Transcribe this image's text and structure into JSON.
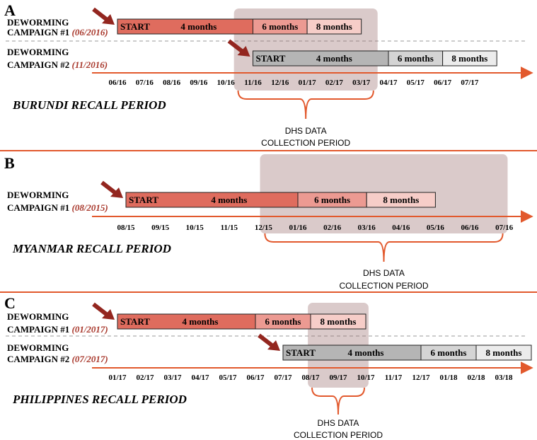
{
  "colors": {
    "arrow": "#e2592d",
    "pointer": "#93261f",
    "date_text": "#a8382c",
    "start_red": "#df6c5e",
    "six_red": "#ec9a92",
    "eight_red": "#f6cdc8",
    "start_grey": "#b5b5b5",
    "six_grey": "#d4d4d4",
    "eight_grey": "#ececec",
    "overlay": "#9e7474",
    "divider": "#e2592d",
    "dash": "#999999"
  },
  "segment_labels": {
    "start": "START",
    "four": "4 months",
    "six": "6 months",
    "eight": "8 months"
  },
  "panels": [
    {
      "letter": "A",
      "recall_title": "BURUNDI RECALL PERIOD",
      "dhs_line1": "DHS DATA",
      "dhs_line2": "COLLECTION PERIOD",
      "ticks": [
        "06/16",
        "07/16",
        "08/16",
        "09/16",
        "10/16",
        "11/16",
        "12/16",
        "01/17",
        "02/17",
        "03/17",
        "04/17",
        "05/17",
        "06/17",
        "07/17"
      ],
      "campaigns": [
        {
          "label_line1": "DEWORMING",
          "label_line2": "CAMPAIGN #1",
          "date": "(06/2016)",
          "start_index": 0,
          "style": "red"
        },
        {
          "label_line1": "DEWORMING",
          "label_line2": "CAMPAIGN #2",
          "date": "(11/2016)",
          "start_index": 5,
          "style": "grey"
        }
      ],
      "collection": {
        "from_index": 4.4,
        "to_index": 9.5
      }
    },
    {
      "letter": "B",
      "recall_title": "MYANMAR RECALL PERIOD",
      "dhs_line1": "DHS DATA",
      "dhs_line2": "COLLECTION PERIOD",
      "ticks": [
        "08/15",
        "09/15",
        "10/15",
        "11/15",
        "12/15",
        "01/16",
        "02/16",
        "03/16",
        "04/16",
        "05/16",
        "06/16",
        "07/16"
      ],
      "campaigns": [
        {
          "label_line1": "DEWORMING",
          "label_line2": "CAMPAIGN #1",
          "date": "(08/2015)",
          "start_index": 0,
          "style": "red"
        }
      ],
      "collection": {
        "from_index": 4,
        "to_index": 11
      }
    },
    {
      "letter": "C",
      "recall_title": "PHILIPPINES RECALL PERIOD",
      "dhs_line1": "DHS DATA",
      "dhs_line2": "COLLECTION PERIOD",
      "ticks": [
        "01/17",
        "02/17",
        "03/17",
        "04/17",
        "05/17",
        "06/17",
        "07/17",
        "08/17",
        "09/17",
        "10/17",
        "11/17",
        "12/17",
        "01/18",
        "02/18",
        "03/18"
      ],
      "campaigns": [
        {
          "label_line1": "DEWORMING",
          "label_line2": "CAMPAIGN #1",
          "date": "(01/2017)",
          "start_index": 0,
          "style": "red"
        },
        {
          "label_line1": "DEWORMING",
          "label_line2": "CAMPAIGN #2",
          "date": "(07/2017)",
          "start_index": 6,
          "style": "grey"
        }
      ],
      "collection": {
        "from_index": 7,
        "to_index": 9
      }
    }
  ]
}
